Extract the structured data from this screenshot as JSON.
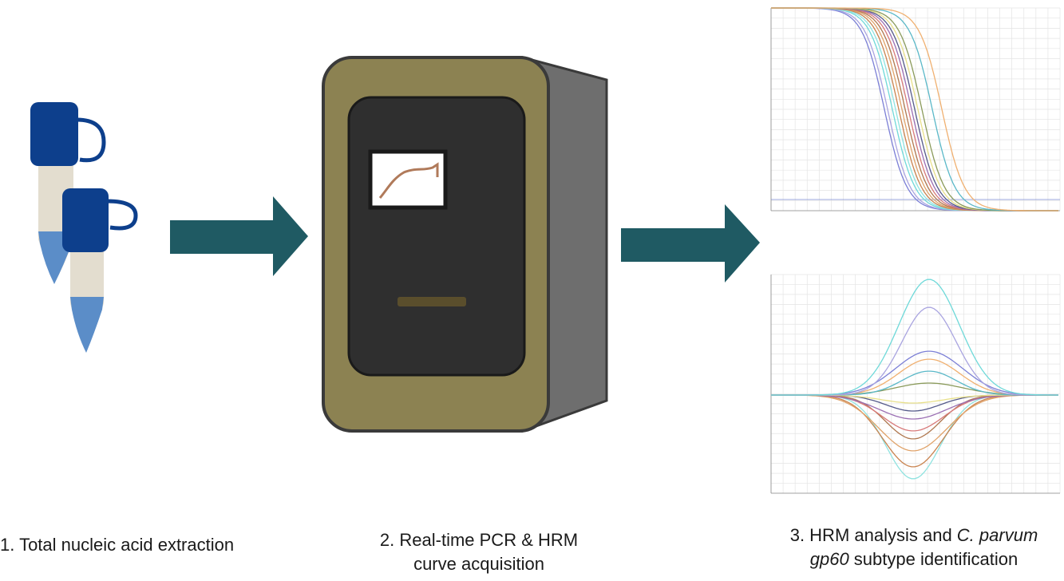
{
  "steps": [
    {
      "label": "1. Total nucleic acid extraction"
    },
    {
      "label_line1": "2. Real-time PCR & HRM",
      "label_line2": "curve acquisition"
    },
    {
      "label_line1_pre": "3. HRM analysis and ",
      "label_line1_italic": "C. parvum",
      "label_line2_italic": "gp60",
      "label_line2_post": " subtype identification"
    }
  ],
  "colors": {
    "tube_cap": "#0d3f8c",
    "tube_body": "#e3ddcf",
    "tube_tip": "#5b8dc8",
    "arrow": "#1f5a63",
    "machine_frame": "#8c8252",
    "machine_side": "#6e6e6e",
    "machine_panel": "#2f2f2f"
  },
  "plots": [
    {
      "name": "normalized-melt-curves",
      "type": "line"
    },
    {
      "name": "difference-curves",
      "type": "line"
    }
  ]
}
